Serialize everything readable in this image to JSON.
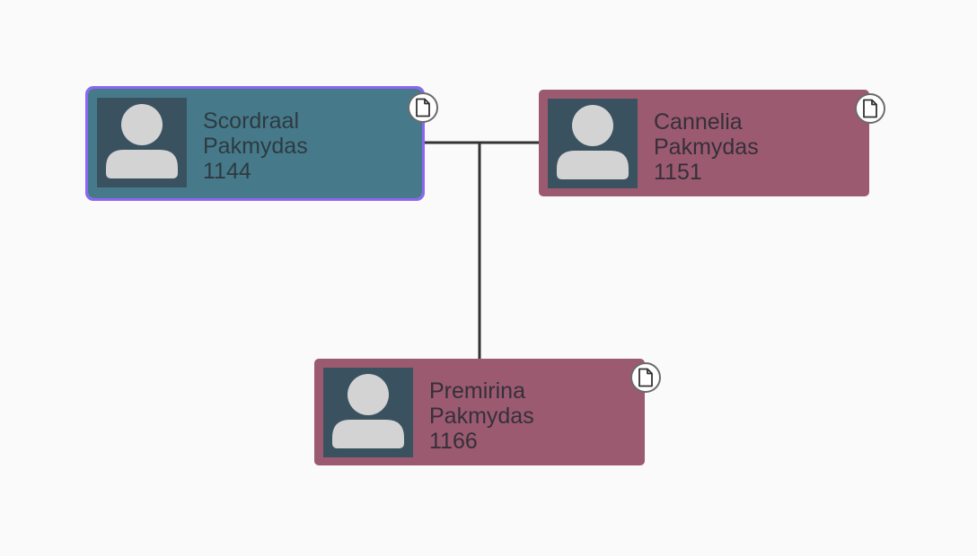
{
  "colors": {
    "background": "#fafafa",
    "male_card": "#467a8b",
    "female_card": "#9b5a6f",
    "selected_outline": "#8c66f2",
    "connector": "#333333",
    "avatar_bg": "#3a5260",
    "avatar_fg": "#d3d3d3"
  },
  "people": [
    {
      "id": "scordraal",
      "first": "Scordraal",
      "last": "Pakmydas",
      "year": "1144",
      "gender": "male",
      "selected": true,
      "icon": "document-icon"
    },
    {
      "id": "cannelia",
      "first": "Cannelia",
      "last": "Pakmydas",
      "year": "1151",
      "gender": "female",
      "selected": false,
      "icon": "document-icon"
    },
    {
      "id": "premirina",
      "first": "Premirina",
      "last": "Pakmydas",
      "year": "1166",
      "gender": "female",
      "selected": false,
      "icon": "document-icon"
    }
  ]
}
